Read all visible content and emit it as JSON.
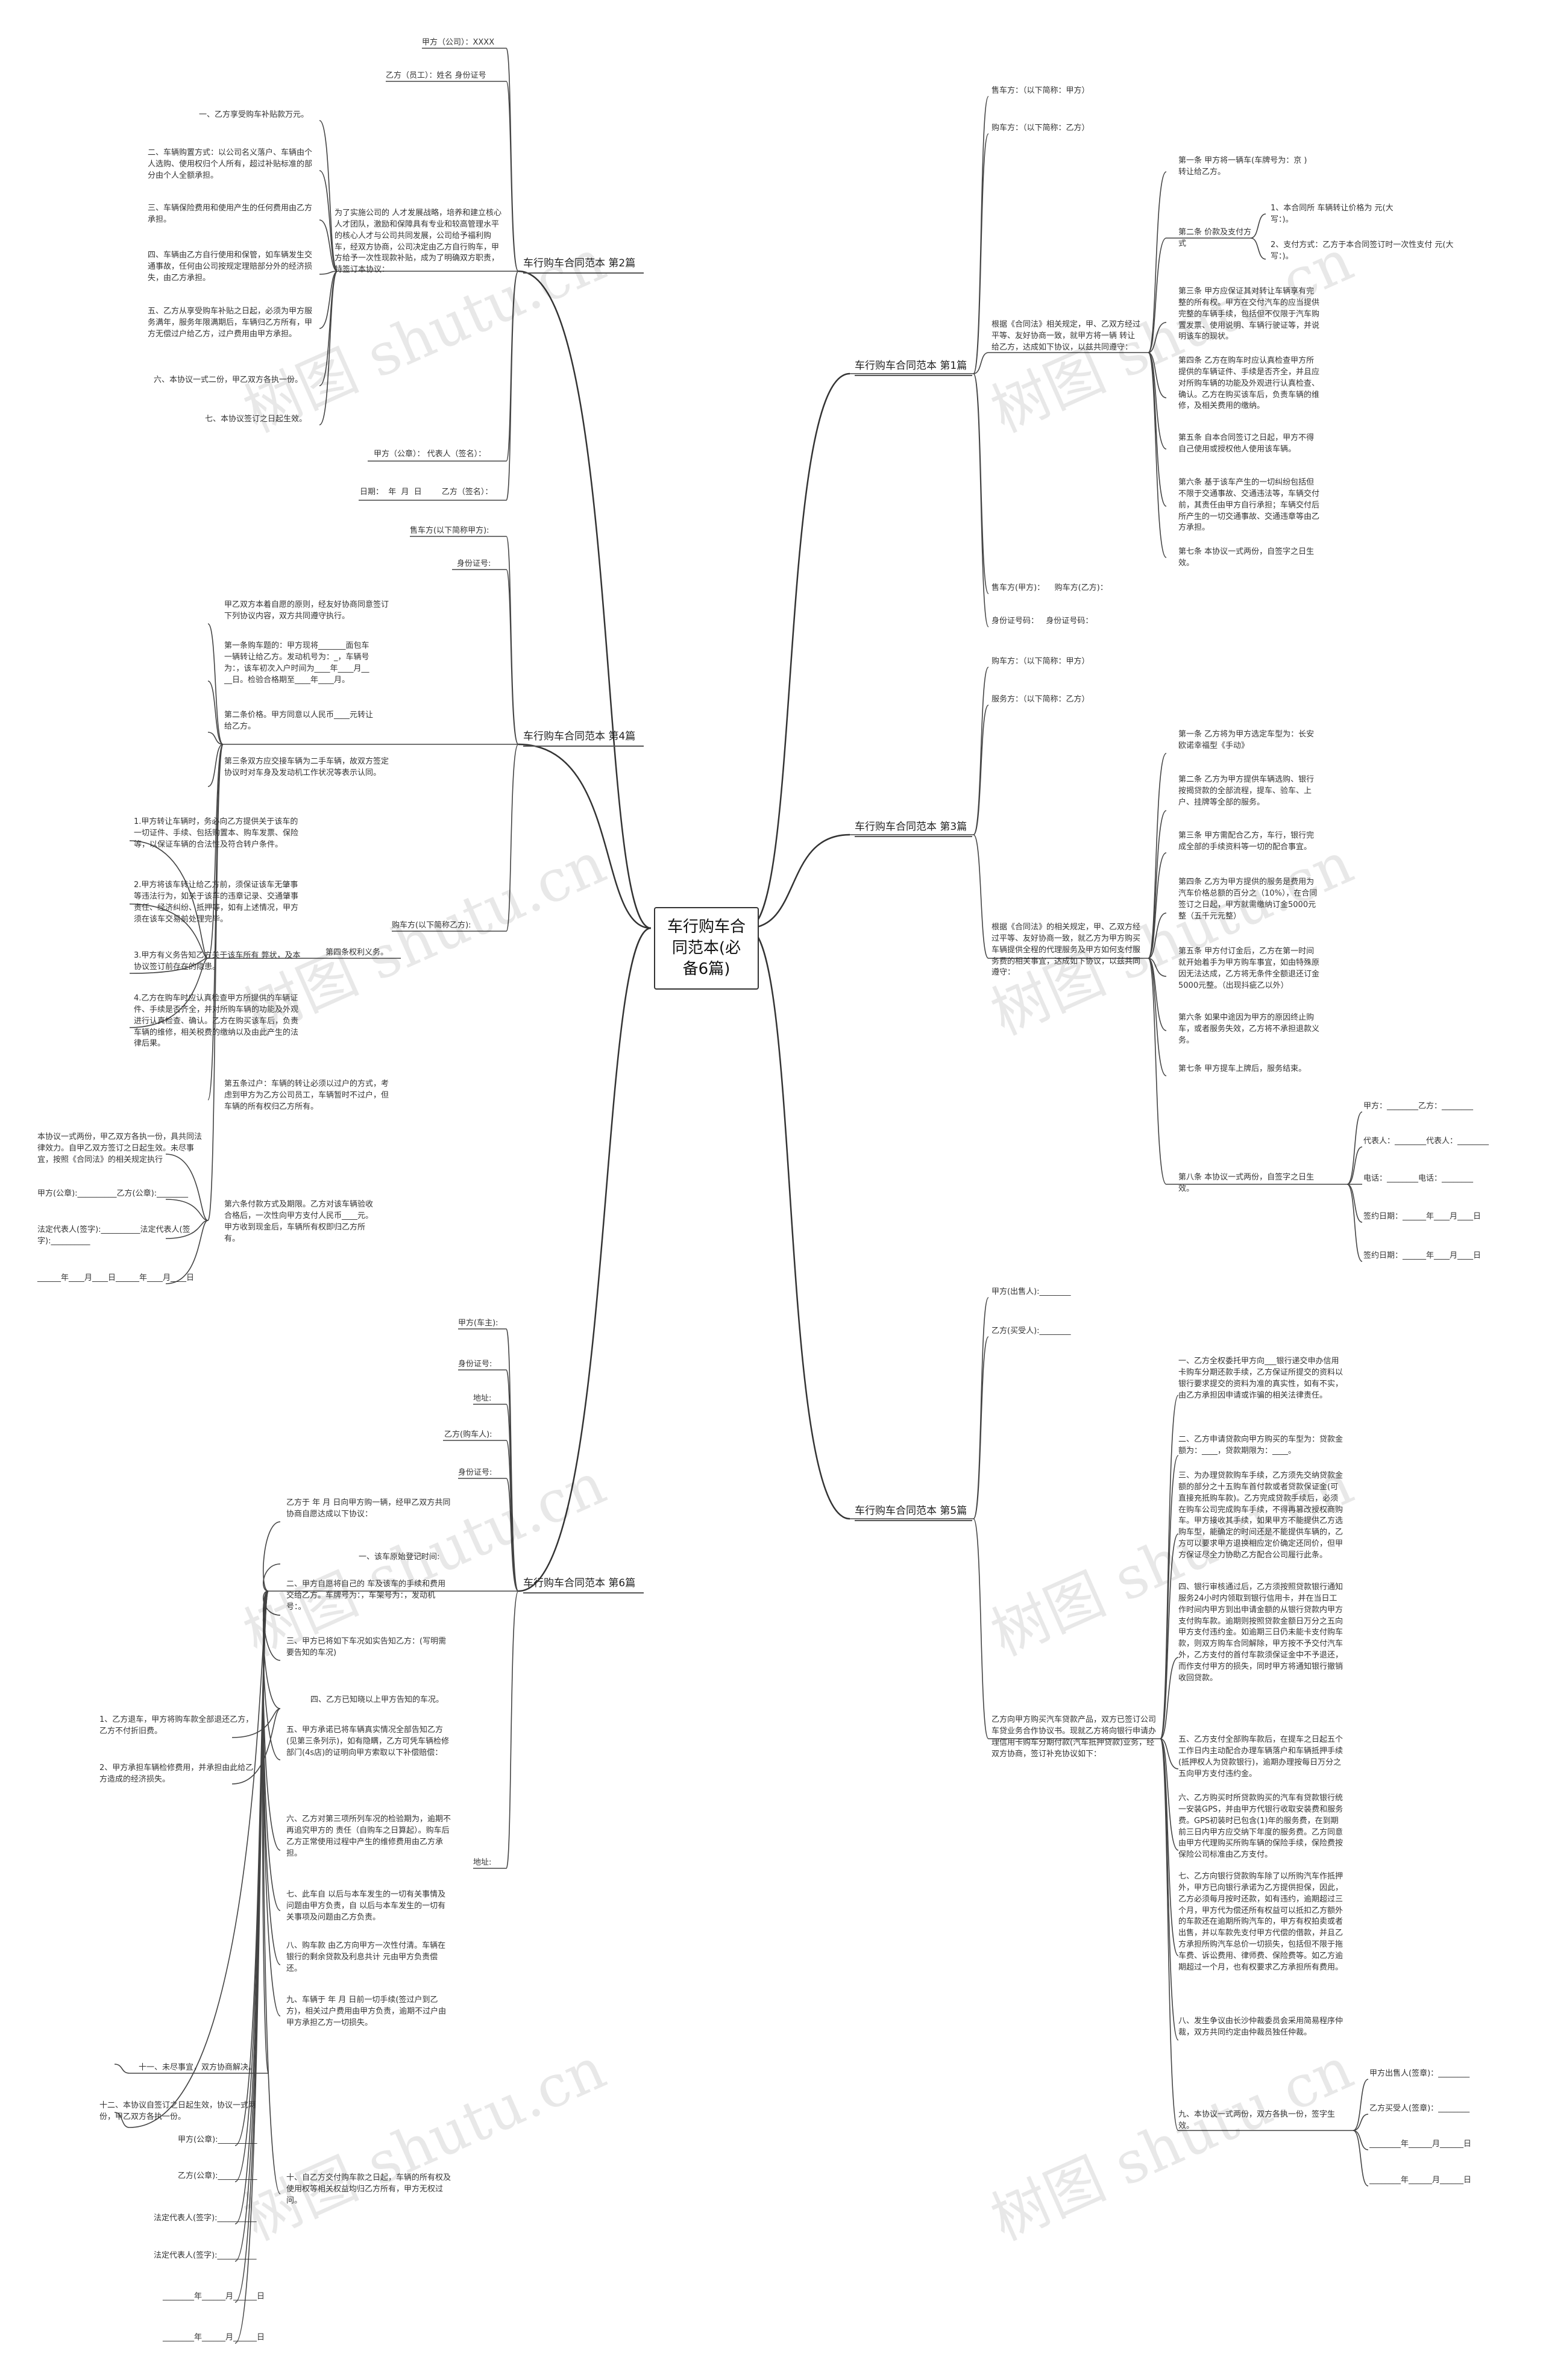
{
  "root": "车行购车合同范本(必备6篇)",
  "watermark": "树图 shutu.cn",
  "branches": {
    "b1": "车行购车合同范本 第1篇",
    "b2": "车行购车合同范本 第2篇",
    "b3": "车行购车合同范本 第3篇",
    "b4": "车行购车合同范本 第4篇",
    "b5": "车行购车合同范本 第5篇",
    "b6": "车行购车合同范本 第6篇"
  },
  "p1": {
    "seller": "售车方：（以下简称：甲方）",
    "buyer": "购车方：（以下简称：乙方）",
    "intro": "根据《合同法》相关规定，甲、乙双方经过平等、友好协商一致，就甲方将一辆 转让给乙方，达成如下协议，以兹共同遵守：",
    "a1": "第一条 甲方将一辆车(车牌号为：京 )转让给乙方。",
    "a2": "第二条 价款及支付方式",
    "a2s1": "1、本合同所 车辆转让价格为 元(大写：)。",
    "a2s2": "2、支付方式：乙方于本合同签订时一次性支付 元(大写：)。",
    "a3": "第三条 甲方应保证其对转让车辆享有完整的所有权。甲方在交付汽车的应当提供完整的车辆手续，包括但不仅限于汽车购置发票、使用说明、车辆行驶证等，并说明该车的现状。",
    "a4": "第四条 乙方在购车时应认真检查甲方所提供的车辆证件、手续是否齐全，并且应对所购车辆的功能及外观进行认真检查、确认。乙方在购买该车后，负责车辆的维修，及相关费用的缴纳。",
    "a5": "第五条 自本合同签订之日起，甲方不得自己使用或授权他人使用该车辆。",
    "a6": "第六条 基于该车产生的一切纠纷包括但不限于交通事故、交通违法等，车辆交付前，其责任由甲方自行承担；车辆交付后所产生的一切交通事故、交通违章等由乙方承担。",
    "a7": "第七条 本协议一式两份，自签字之日生效。",
    "sign1": "售车方(甲方)：    购车方(乙方)：",
    "sign2": "身份证号码：   身份证号码："
  },
  "p2": {
    "partyA": "甲方（公司）：XXXX",
    "partyB": "乙方（员工）：姓名 身份证号",
    "intro": "为了实施公司的 人才发展战略，培养和建立核心人才团队，激励和保障具有专业和较高管理水平的核心人才与公司共同发展，公司给予福利购车，经双方协商，公司决定由乙方自行购车，甲方给予一次性现款补贴，成为了明确双方职责，特签订本协议：",
    "i1": "一、乙方享受购车补贴款万元。",
    "i2": "二、车辆购置方式：以公司名义落户、车辆由个人选购、使用权归个人所有，超过补贴标准的部分由个人全额承担。",
    "i3": "三、车辆保险费用和使用产生的任何费用由乙方承担。",
    "i4": "四、车辆由乙方自行使用和保管，如车辆发生交通事故，任何由公司按规定理赔部分外的经济损失，由乙方承担。",
    "i5": "五、乙方从享受购车补贴之日起，必须为甲方服务满年，服务年限满期后，车辆归乙方所有，甲方无偿过户给乙方，过户费用由甲方承担。",
    "i6": "六、本协议一式二份，甲乙双方各执一份。",
    "i7": "七、本协议签订之日起生效。",
    "s1": "甲方（公章）： 代表人（签名）：",
    "s2": "日期：  年  月  日        乙方（签名）："
  },
  "p3": {
    "buyer": "购车方：（以下简称：甲方）",
    "service": "服务方：（以下简称：乙方）",
    "intro": "根据《合同法》的相关规定，甲、乙双方经过平等、友好协商一致，就乙方为甲方购买车辆提供全程的代理服务及甲方如何支付服务费的相关事宜，达成如下协议，以兹共同遵守：",
    "a1": "第一条 乙方将为甲方选定车型为：长安欧诺幸福型《手动》",
    "a2": "第二条 乙方为甲方提供车辆选购、银行按揭贷款的全部流程，提车、验车、上户、挂牌等全部的服务。",
    "a3": "第三条 甲方需配合乙方，车行，银行完成全部的手续资料等一切的配合事宜。",
    "a4": "第四条 乙方为甲方提供的服务是费用为汽车价格总额的百分之（10%），在合同签订之日起，甲方就需缴纳订金5000元整（五千元元整）",
    "a5": "第五条 甲方付订金后，乙方在第一时间就开始着手为甲方购车事宜，如由特殊原因无法达成，乙方将无条件全额退还订金5000元整。（出现抖疵乙以外）",
    "a6": "第六条 如果中途因为甲方的原因终止购车，或者服务失效，乙方将不承担退款义务。",
    "a7": "第七条 甲方提车上牌后，服务结束。",
    "a8": "第八条 本协议一式两份，自签字之日生效。",
    "s1": "甲方：________乙方：________",
    "s2": "代表人：________代表人：________",
    "s3": "电话：________电话：________",
    "s4": "签约日期：______年____月____日",
    "s5": "签约日期：______年____月____日"
  },
  "p4": {
    "seller": "售车方(以下简称甲方):",
    "id": "身份证号:",
    "intro": "甲乙双方本着自愿的原则，经友好协商同意签订下列协议内容，双方共同遵守执行。",
    "a1": "第一条购车题的：甲方现将_______面包车一辆转让给乙方。发动机号为：_，车辆号为：，该车初次入户时间为____年____月____日。检验合格期至____年____月。",
    "a2": "第二条价格。甲方同意以人民币____元转让给乙方。",
    "a3": "第三条双方应交接车辆为二手车辆，故双方签定协议时对车身及发动机工作状况等表示认同。",
    "buyer": "购车方(以下简称乙方):",
    "a4": "第四条权利义务。",
    "d1": "1.甲方转让车辆时，务必向乙方提供关于该车的一切证件、手续、包括购置本、购车发票、保险等，以保证车辆的合法性及符合转户条件。",
    "d2": "2.甲方将该车转让给乙方前，须保证该车无肇事等违法行为，如关于该车的违章记录、交通肇事责任、经济纠纷、抵押等，如有上述情况，甲方须在该车交易前处理完毕。",
    "d3": "3.甲方有义务告知乙方关于该车所有 弊状，及本协议签订前存在的隐患。",
    "d4": "4.乙方在购车时应认真检查甲方所提供的车辆证件、手续是否齐全，并对所购车辆的功能及外观进行认真检查、确认。乙方在购买该车后，负责车辆的维修，相关税费的缴纳以及由此产生的法律后果。",
    "a5": "第五条过户：车辆的转让必须以过户的方式，考虑到甲方为乙方公司员工，车辆暂时不过户，但车辆的所有权归乙方所有。",
    "a6": "第六条付款方式及期限。乙方对该车辆验收合格后，一次性向甲方支付人民币____元。甲方收到现金后，车辆所有权即归乙方所有。",
    "l1": "本协议一式两份，甲乙双方各执一份，具共同法律效力。自甲乙双方签订之日起生效。未尽事宜，按照《合同法》的相关规定执行",
    "l2": "甲方(公章):__________乙方(公章):________",
    "l3": "法定代表人(签字):__________法定代表人(签字):__________",
    "l4": "______年____月____日______年____月____日"
  },
  "p5": {
    "seller": "甲方(出售人):________",
    "buyer": "乙方(买受人):________",
    "intro": "乙方向甲方购买汽车贷款产品，双方已签订公司车贷业务合作协议书。现就乙方将向银行申请办理信用卡购车分期付款(汽车抵押贷款)业务，经双方协商，签订补充协议如下：",
    "i1": "一、乙方全权委托甲方向___银行递交申办信用卡购车分期还款手续，乙方保证所提交的资料以银行要求提交的资料为准的真实性，如有不实，由乙方承担因申请或诈骗的相关法律责任。",
    "i2": "二、乙方申请贷款向甲方购买的车型为：贷款金额为：____，贷款期限为：____。",
    "i3": "三、为办理贷款购车手续，乙方须先交纳贷款金额的部分之十五购车首付款或者贷款保证金(可直接充抵购车款)。乙方完成贷款手续后，必须在购车公司完成购车手续，不得再篡改授权商购车。甲方接收其手续，如果甲方不能提供乙方选购车型，能确定的时间还是不能提供车辆的，乙方可以要求甲方退换相应定价确定还同价，但甲方保证尽全力协助乙方配合公司履行此条。",
    "i4": "四、银行审核通过后，乙方须按照贷款银行通知服务24小时内领取到银行信用卡，并在当日工作时间内甲方到出申请金额的从银行贷款内甲方支付购车款。逾期则按照贷款金额日万分之五向甲方支付违约金。如逾期三日仍未能卡支付购车款，则双方购车合同解除，甲方按不予交付汽车外，乙方支付的首付车款须保证金中不予退还，而作支付甲方的损失，同时甲方将通知银行撤销收回贷款。",
    "i5": "五、乙方支付全部购车款后，在提车之日起五个工作日内主动配合办理车辆落户和车辆抵押手续(抵押权人为贷款银行)，逾期办理按每日万分之五向甲方支付违约金。",
    "i6": "六、乙方购买时所贷款购买的汽车有贷款银行统一安装GPS，并由甲方代银行收取安装费和服务费。GPS初装时已包含(1)年的服务费，在到期前三日内甲方应交纳下年度的服务费。乙方同意由甲方代理购买所购车辆的保险手续，保险费按保险公司标准由乙方支付。",
    "i7": "七、乙方向银行贷款购车除了以所购汽车作抵押外，甲方已向银行承诺为乙方提供担保，因此，乙方必须每月按时还款，如有违约，逾期超过三个月，甲方代为偿还所有权益可以抵扣乙方额外的车款还在逾期所购汽车的，甲方有权拍卖或者出售，并以车款先支付甲方代偿的借款，并且乙方承担所购汽车总价一切损失，包括但不限于拖车费、诉讼费用、律师费、保险费等。如乙方逾期超过一个月，也有权要求乙方承担所有费用。",
    "i8": "八、发生争议由长沙仲裁委员会采用简易程序仲裁，双方共同约定由仲裁员独任仲裁。",
    "i9": "九、本协议一式两份，双方各执一份，签字生效。",
    "s1": "甲方出售人(签章)：________",
    "s2": "乙方买受人(签章)：________",
    "s3": "________年______月______日",
    "s4": "________年______月______日"
  },
  "p6": {
    "seller": "甲方(车主):",
    "id1": "身份证号:",
    "addr1": "地址:",
    "buyer": "乙方(购车人):",
    "id2": "身份证号:",
    "addr2": "地址:",
    "intro": "乙方于 年 月 日向甲方购一辆，经甲乙双方共同协商自愿达成以下协议：",
    "i1": "一、该车原始登记时间:",
    "i2": "二、甲方自愿将自己的 车及该车的手续和费用交给乙方。车牌号为：，车架号为：，发动机号：。",
    "i3": "三、甲方已将如下车况如实告知乙方：(写明需要告知的车况)",
    "i4": "四、乙方已知晓以上甲方告知的车况。",
    "i5": "五、甲方承诺已将车辆真实情况全部告知乙方(见第三条列示)，如有隐瞒，乙方可凭车辆检修部门(4s店)的证明向甲方索取以下补偿赔偿：",
    "c1": "1、乙方退车，甲方将购车款全部退还乙方，乙方不付折旧费。",
    "c2": "2、甲方承担车辆检修费用，并承担由此给乙方造成的经济损失。",
    "i6": "六、乙方对第三项所列车况的检验期为，逾期不再追究甲方的 责任（自购车之日算起）。购车后乙方正常使用过程中产生的维修费用由乙方承担。",
    "i7": "七、此车自 以后与本车发生的一切有关事情及问题由甲方负责，自 以后与本车发生的一切有关事项及问题由乙方负责。",
    "i8": "八、购车款 由乙方向甲方一次性付清。车辆在 银行的剩余贷款及利息共计 元由甲方负责偿还。",
    "i9": "九、车辆于 年 月 日前一切手续(签过户到乙方)，相关过户费用由甲方负责，逾期不过户由甲方承担乙方一切损失。",
    "i10": "十、自乙方交付购车款之日起，车辆的所有权及使用权等相关权益均归乙方所有，甲方无权过问。",
    "i11": "十一、未尽事宜，双方协商解决。",
    "i12": "十二、本协议自签订之日起生效，协议一式两份，甲乙双方各执一份。",
    "s1": "甲方(公章):__________",
    "s2": "乙方(公章):__________",
    "s3": "法定代表人(签字):__________",
    "s4": "法定代表人(签字):__________",
    "s5": "________年______月______日",
    "s6": "________年______月______日"
  }
}
